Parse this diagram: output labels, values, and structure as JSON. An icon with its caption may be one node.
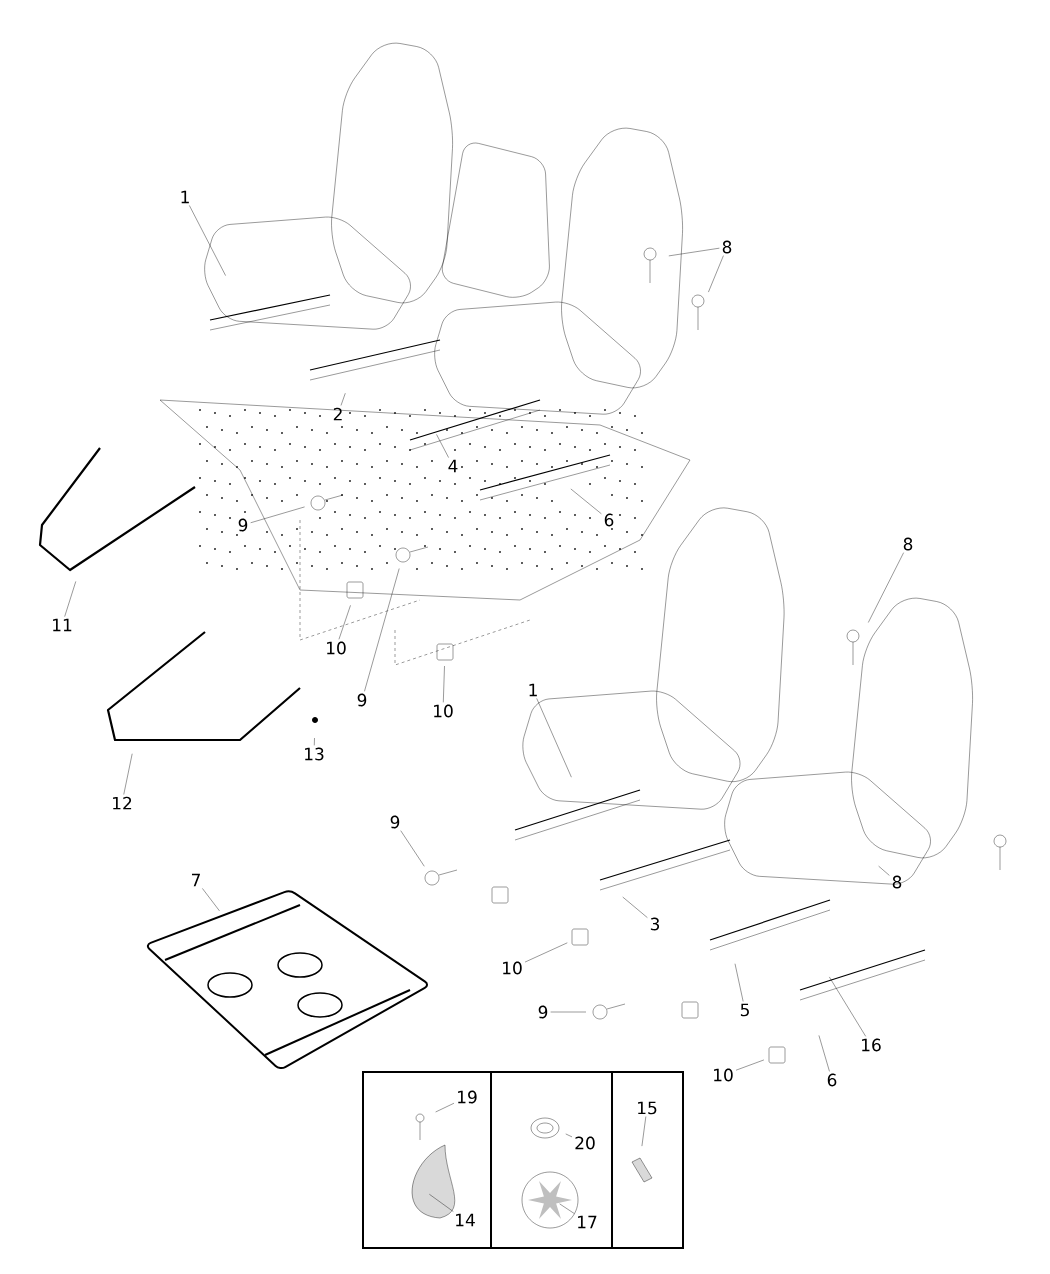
{
  "diagram": {
    "nodes": [
      {
        "text": [
          "1"
        ]
      },
      {
        "text": [
          "8"
        ]
      },
      {
        "text": [
          "2"
        ]
      },
      {
        "text": [
          "4"
        ]
      },
      {
        "text": [
          "9"
        ]
      },
      {
        "text": [
          "6"
        ]
      },
      {
        "text": [
          "11"
        ]
      },
      {
        "text": [
          "8"
        ]
      },
      {
        "text": [
          "10"
        ]
      },
      {
        "text": [
          "9"
        ]
      },
      {
        "text": [
          "10"
        ]
      },
      {
        "text": [
          "1"
        ]
      },
      {
        "text": [
          "13"
        ]
      },
      {
        "text": [
          "12"
        ]
      },
      {
        "text": [
          "9"
        ]
      },
      {
        "text": [
          "7"
        ]
      },
      {
        "text": [
          "8"
        ]
      },
      {
        "text": [
          "3"
        ]
      },
      {
        "text": [
          "10"
        ]
      },
      {
        "text": [
          "9"
        ]
      },
      {
        "text": [
          "5"
        ]
      },
      {
        "text": [
          "16"
        ]
      },
      {
        "text": [
          "10"
        ]
      },
      {
        "text": [
          "6"
        ]
      },
      {
        "text": [],
        "shape": "box"
      },
      {
        "text": [
          "19"
        ],
        "in": 24
      },
      {
        "text": [
          "14"
        ],
        "in": 24
      },
      {
        "text": [],
        "shape": "box"
      },
      {
        "text": [
          "20"
        ],
        "in": 27
      },
      {
        "text": [
          "17"
        ],
        "in": 27
      },
      {
        "text": [],
        "shape": "box"
      },
      {
        "text": [
          "15"
        ],
        "in": 30
      }
    ],
    "edges": [
      {
        "from": 0,
        "to": null,
        "arrow": "none"
      },
      {
        "from": 1,
        "to": null,
        "arrow": "none"
      },
      {
        "from": 1,
        "to": null,
        "arrow": "none"
      },
      {
        "from": 2,
        "to": null,
        "arrow": "none"
      },
      {
        "from": 3,
        "to": null,
        "arrow": "none"
      },
      {
        "from": 4,
        "to": null,
        "arrow": "none"
      },
      {
        "from": 5,
        "to": null,
        "arrow": "none"
      },
      {
        "from": 6,
        "to": null,
        "arrow": "none"
      },
      {
        "from": 7,
        "to": null,
        "arrow": "none"
      },
      {
        "from": 8,
        "to": null,
        "arrow": "none"
      },
      {
        "from": 9,
        "to": null,
        "arrow": "none"
      },
      {
        "from": 10,
        "to": null,
        "arrow": "none"
      },
      {
        "from": 11,
        "to": null,
        "arrow": "none"
      },
      {
        "from": 12,
        "to": null,
        "arrow": "none"
      },
      {
        "from": 13,
        "to": null,
        "arrow": "none"
      },
      {
        "from": 14,
        "to": null,
        "arrow": "none"
      },
      {
        "from": 15,
        "to": null,
        "arrow": "none"
      },
      {
        "from": 16,
        "to": null,
        "arrow": "none"
      },
      {
        "from": 17,
        "to": null,
        "arrow": "none"
      },
      {
        "from": 18,
        "to": null,
        "arrow": "none"
      },
      {
        "from": 19,
        "to": null,
        "arrow": "none"
      },
      {
        "from": 20,
        "to": null,
        "arrow": "none"
      },
      {
        "from": 21,
        "to": null,
        "arrow": "none"
      },
      {
        "from": 22,
        "to": null,
        "arrow": "none"
      },
      {
        "from": 23,
        "to": null,
        "arrow": "none"
      },
      {
        "from": 25,
        "to": null,
        "arrow": "none"
      },
      {
        "from": 26,
        "to": null,
        "arrow": "none"
      },
      {
        "from": 28,
        "to": null,
        "arrow": "none"
      },
      {
        "from": 29,
        "to": null,
        "arrow": "none"
      },
      {
        "from": 31,
        "to": null,
        "arrow": "none"
      }
    ]
  }
}
